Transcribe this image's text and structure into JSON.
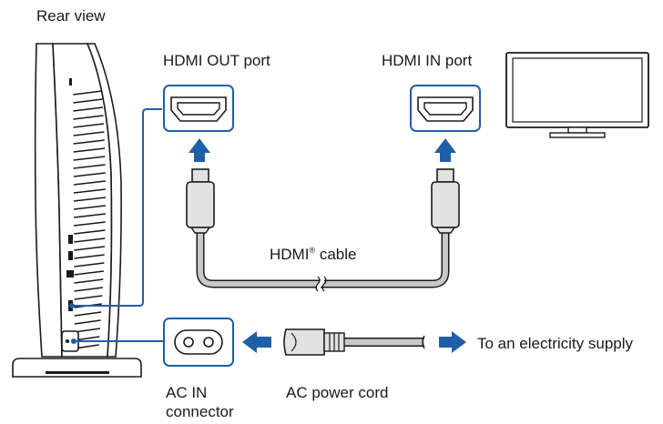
{
  "labels": {
    "rear_view": "Rear view",
    "hdmi_out_port": "HDMI OUT port",
    "hdmi_in_port": "HDMI IN port",
    "hdmi_cable": "HDMI",
    "hdmi_cable_mark": "®",
    "hdmi_cable_suffix": " cable",
    "ac_in_line1": "AC IN",
    "ac_in_line2": "connector",
    "ac_power_cord": "AC power cord",
    "electricity_supply": "To an electricity supply"
  },
  "colors": {
    "accent_blue": "#1f5fa8",
    "outline": "#1a1a1a",
    "cable_gray": "#c8c8c8",
    "plug_gray": "#e2e2e2"
  },
  "icons": {
    "console": "console-rear-icon",
    "tv": "tv-monitor-icon",
    "hdmi_port": "hdmi-port-icon",
    "ac_socket": "ac-socket-icon",
    "arrow": "arrow-icon"
  }
}
